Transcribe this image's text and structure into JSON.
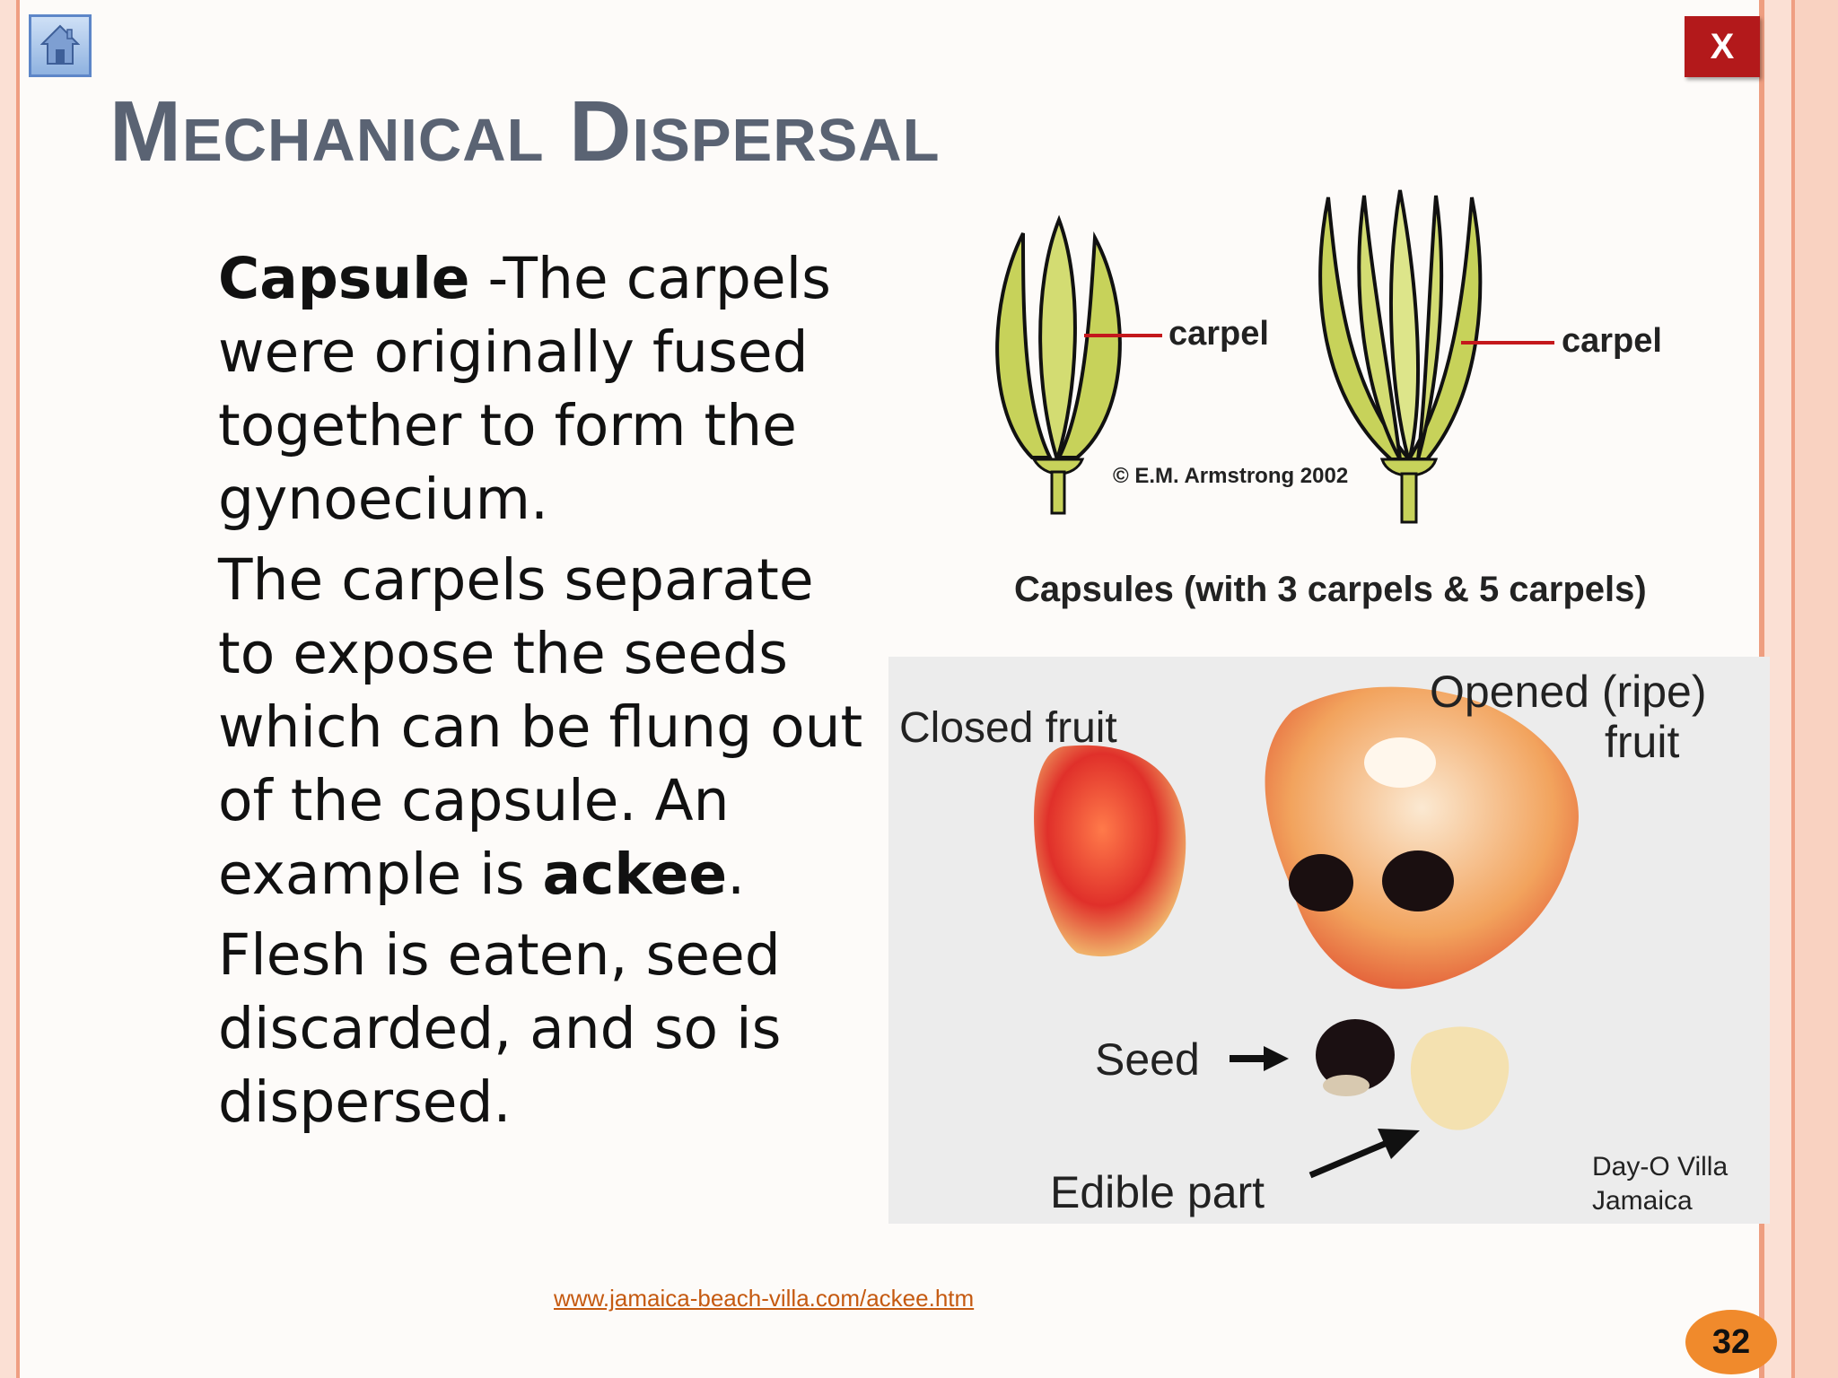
{
  "nav": {
    "home_icon": "home-icon",
    "close_label": "X"
  },
  "title": "Mechanical Dispersal",
  "body": {
    "p1_bold": "Capsule",
    "p1_rest": " -The carpels were originally fused together  to form the gynoecium.",
    "p2_start": "The carpels separate to expose the seeds which can be flung out of the capsule. An example is ",
    "p2_bold": "ackee",
    "p2_end": ".",
    "p3": "Flesh is eaten, seed discarded, and so is dispersed."
  },
  "diagram": {
    "label_left": "carpel",
    "label_right": "carpel",
    "copyright": "© E.M. Armstrong 2002",
    "caption": "Capsules  (with 3 carpels & 5 carpels)",
    "colors": {
      "capsule_fill": "#c7d25a",
      "capsule_dark": "#a9b63c",
      "line_red": "#c4181c"
    }
  },
  "photo": {
    "closed_fruit": "Closed fruit",
    "opened_line1": "Opened (ripe)",
    "opened_line2": "fruit",
    "seed": "Seed",
    "edible_part": "Edible part",
    "credit_line1": "Day-O Villa",
    "credit_line2": "Jamaica"
  },
  "footer": {
    "url": "www.jamaica-beach-villa.com/ackee.htm",
    "page_number": "32"
  },
  "colors": {
    "title": "#5a6373",
    "close_bg": "#b3191b",
    "page_badge": "#f08a2c",
    "link": "#c55a11"
  }
}
